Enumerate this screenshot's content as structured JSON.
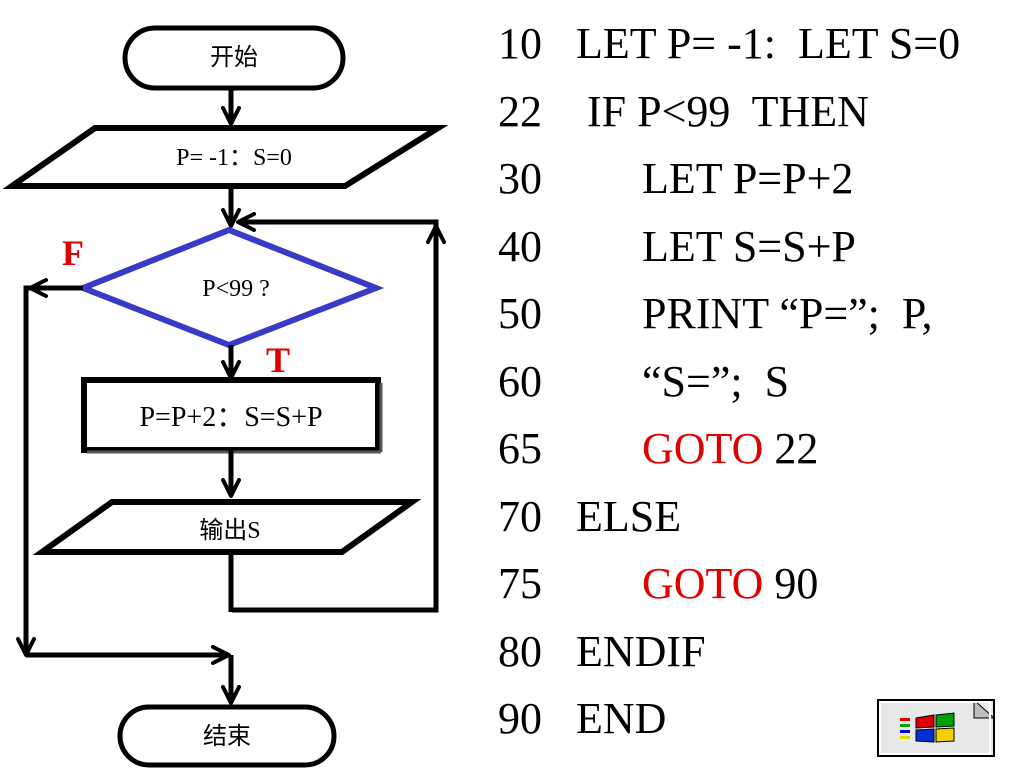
{
  "flowchart": {
    "start": "开始",
    "init": "P= -1：S=0",
    "condition": "P<99 ?",
    "false_label": "F",
    "true_label": "T",
    "process": "P=P+2：S=S+P",
    "output": "输出S",
    "end": "结束"
  },
  "code": {
    "lines": [
      {
        "num": "10",
        "tokens": [
          {
            "text": "LET P= -1:  LET S=0",
            "kw": false
          }
        ]
      },
      {
        "num": "22",
        "tokens": [
          {
            "text": " IF P<99  THEN",
            "kw": false
          }
        ]
      },
      {
        "num": "30",
        "tokens": [
          {
            "text": "      LET P=P+2",
            "kw": false
          }
        ]
      },
      {
        "num": "40",
        "tokens": [
          {
            "text": "      LET S=S+P",
            "kw": false
          }
        ]
      },
      {
        "num": "50",
        "tokens": [
          {
            "text": "      PRINT “P=”;  P,",
            "kw": false
          }
        ]
      },
      {
        "num": "60",
        "tokens": [
          {
            "text": "      “S=”;  S",
            "kw": false
          }
        ]
      },
      {
        "num": "65",
        "tokens": [
          {
            "text": "      ",
            "kw": false
          },
          {
            "text": "GOTO",
            "kw": true
          },
          {
            "text": " 22",
            "kw": false
          }
        ]
      },
      {
        "num": "70",
        "tokens": [
          {
            "text": "ELSE",
            "kw": false
          }
        ]
      },
      {
        "num": "75",
        "tokens": [
          {
            "text": "      ",
            "kw": false
          },
          {
            "text": "GOTO",
            "kw": true
          },
          {
            "text": " 90",
            "kw": false
          }
        ]
      },
      {
        "num": "80",
        "tokens": [
          {
            "text": "ENDIF",
            "kw": false
          }
        ]
      },
      {
        "num": "90",
        "tokens": [
          {
            "text": "END",
            "kw": false
          }
        ]
      }
    ]
  },
  "colors": {
    "keyword": "#e00000",
    "diamond_stroke": "#3a3ac8",
    "branch_label": "#e00000"
  },
  "icons": {
    "corner": "windows-flag-icon"
  }
}
